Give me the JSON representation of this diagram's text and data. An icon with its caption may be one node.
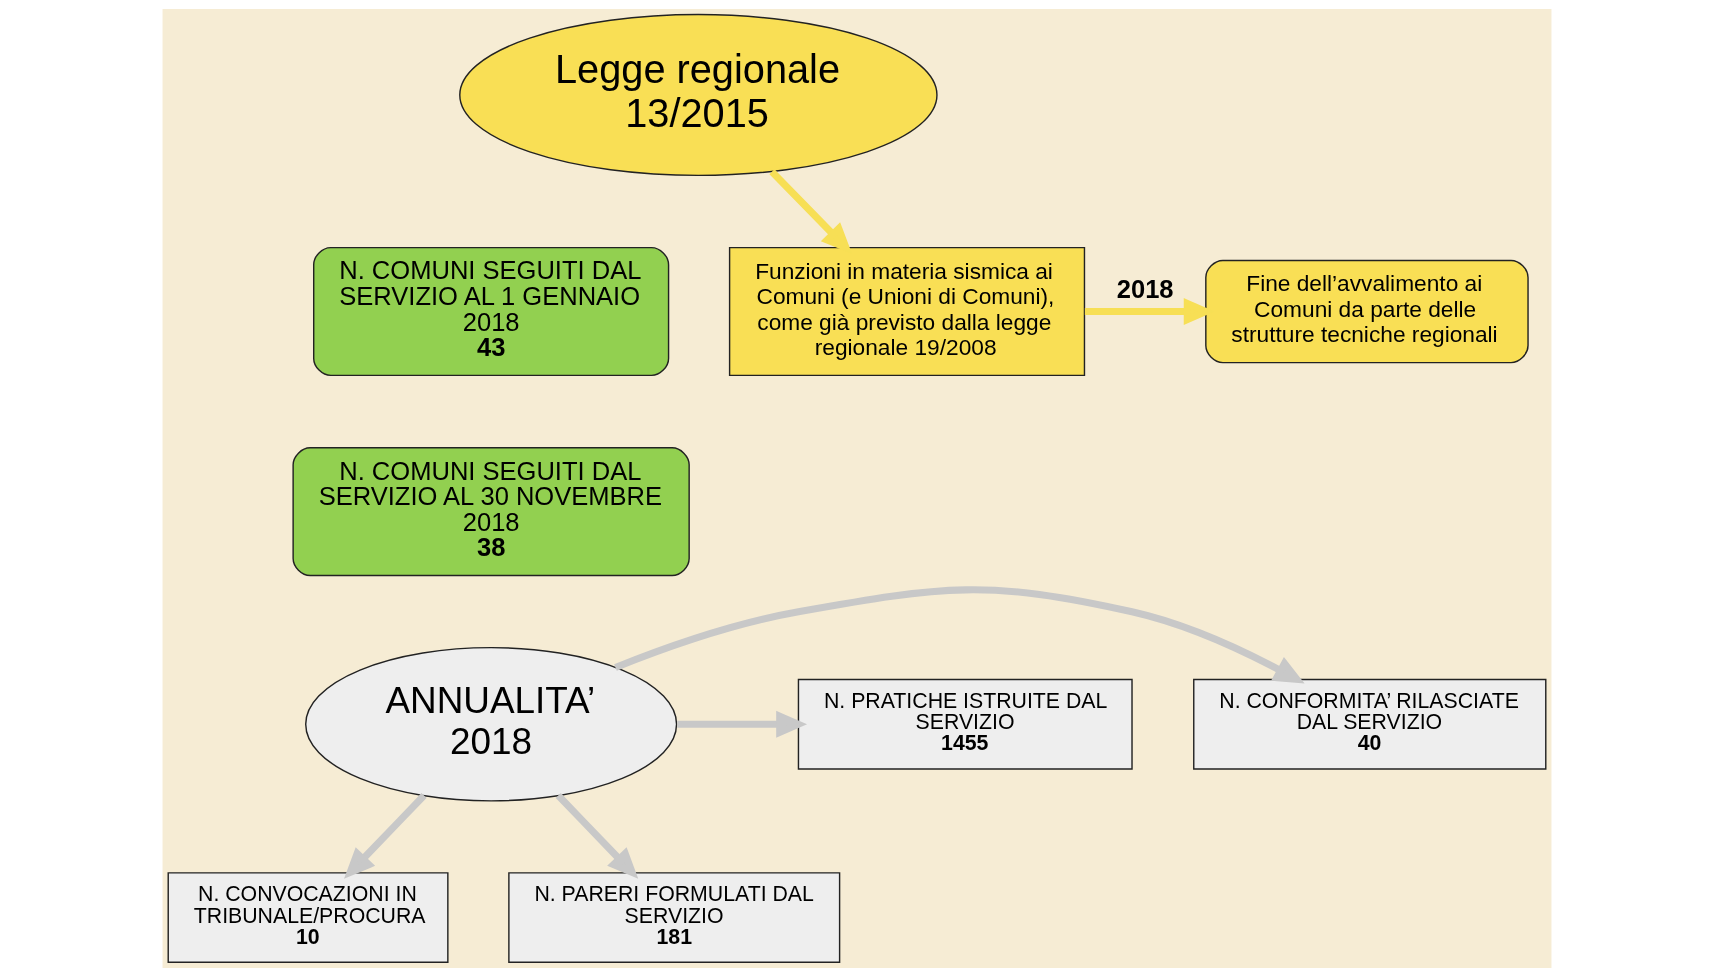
{
  "diagram": {
    "nodes": [
      {
        "text": [
          "Legge regionale 13/2015"
        ]
      },
      {
        "text": [
          "N. COMUNI SEGUITI DAL SERVIZIO AL 1 GENNAIO 2018",
          "43"
        ]
      },
      {
        "text": [
          "N. COMUNI SEGUITI DAL SERVIZIO AL 30 NOVEMBRE 2018",
          "38"
        ]
      },
      {
        "text": [
          "Funzioni in materia sismica ai Comuni (e Unioni di Comuni), come già previsto dalla legge regionale 19/2008"
        ]
      },
      {
        "text": [
          "Fine dell’avvalimento ai Comuni da parte delle strutture tecniche regionali"
        ]
      },
      {
        "text": [
          "ANNUALITA’ 2018"
        ]
      },
      {
        "text": [
          "N. CONFORMITA’ RILASCIATE DAL SERVIZIO",
          "40"
        ]
      },
      {
        "text": [
          "N. PRATICHE ISTRUITE DAL SERVIZIO",
          "1455"
        ]
      },
      {
        "text": [
          "N. CONVOCAZIONI IN TRIBUNALE/PROCURA",
          "10"
        ]
      },
      {
        "text": [
          "N. PARERI FORMULATI DAL SERVIZIO",
          "181"
        ]
      }
    ],
    "edges": [
      {
        "from": 0,
        "to": 3,
        "arrow": "to",
        "color": "#f7df55"
      },
      {
        "from": 3,
        "to": 4,
        "arrow": "to",
        "label": "2018",
        "color": "#f7df55"
      },
      {
        "from": 5,
        "to": 6,
        "arrow": "to"
      },
      {
        "from": 5,
        "to": 7,
        "arrow": "to"
      },
      {
        "from": 5,
        "to": 8,
        "arrow": "to"
      },
      {
        "from": 5,
        "to": 9,
        "arrow": "to"
      }
    ]
  }
}
